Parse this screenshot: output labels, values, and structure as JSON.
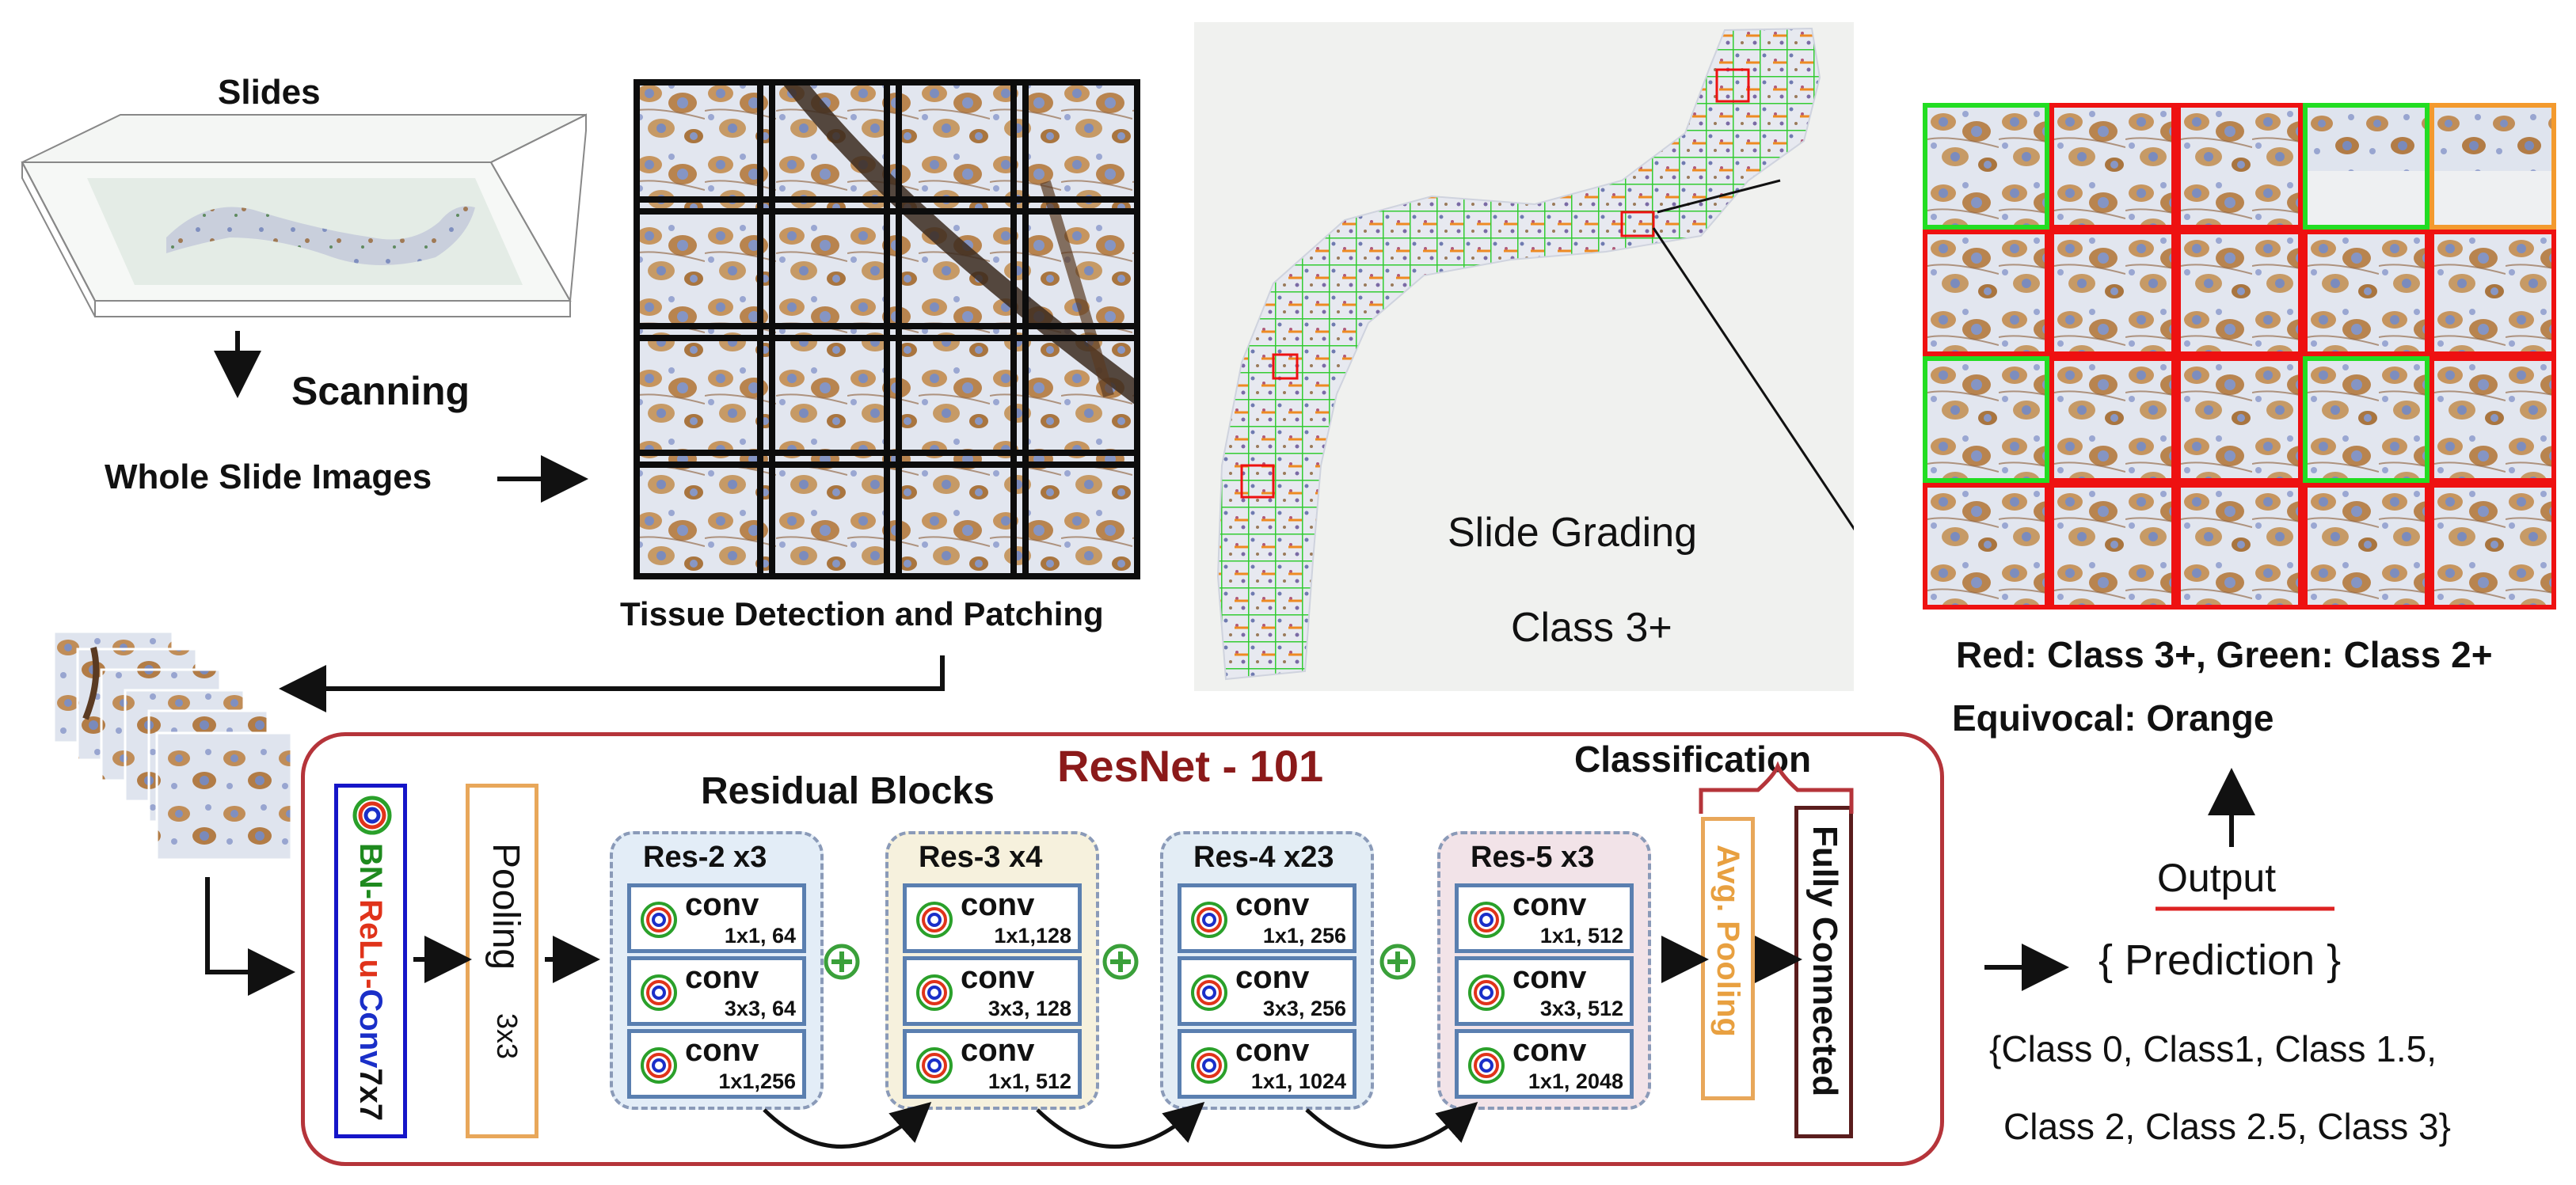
{
  "labels": {
    "slides": "Slides",
    "scanning": "Scanning",
    "wsi": "Whole Slide Images",
    "tissue": "Tissue Detection and Patching",
    "grading": "Slide Grading",
    "grade_class": "Class 3+",
    "legend_line1": "Red:  Class 3+, Green: Class 2+",
    "legend_line2": "Equivocal: Orange",
    "resnet": "ResNet - 101",
    "residual": "Residual Blocks",
    "classification": "Classification",
    "bn_bn": "BN-",
    "bn_relu": "ReLu-",
    "bn_conv": "Conv",
    "bn_k": "7x7",
    "pooling": "Pooling",
    "pooling_k": "3x3",
    "avg_pooling": "Avg. Pooling",
    "fully_connected": "Fully Connected",
    "output": "Output",
    "prediction": "{ Prediction }",
    "classes_line1": "{Class 0, Class1, Class 1.5,",
    "classes_line2": "Class 2, Class 2.5, Class 3}"
  },
  "res_blocks": [
    {
      "title": "Res-2 x3",
      "convs": [
        {
          "word": "conv",
          "sub": "1x1, 64"
        },
        {
          "word": "conv",
          "sub": "3x3, 64"
        },
        {
          "word": "conv",
          "sub": "1x1,256"
        }
      ]
    },
    {
      "title": "Res-3 x4",
      "convs": [
        {
          "word": "conv",
          "sub": "1x1,128"
        },
        {
          "word": "conv",
          "sub": "3x3, 128"
        },
        {
          "word": "conv",
          "sub": "1x1, 512"
        }
      ]
    },
    {
      "title": "Res-4 x23",
      "convs": [
        {
          "word": "conv",
          "sub": "1x1, 256"
        },
        {
          "word": "conv",
          "sub": "3x3, 256"
        },
        {
          "word": "conv",
          "sub": "1x1, 1024"
        }
      ]
    },
    {
      "title": "Res-5 x3",
      "convs": [
        {
          "word": "conv",
          "sub": "1x1, 512"
        },
        {
          "word": "conv",
          "sub": "3x3, 512"
        },
        {
          "word": "conv",
          "sub": "1x1, 2048"
        }
      ]
    }
  ],
  "colors": {
    "resnet_title": "#8b1a1a",
    "resnet_border": "#b5343a",
    "bn_border": "#1515c8",
    "bn_text_bn": "#1e8a1e",
    "bn_text_relu": "#e0331a",
    "bn_text_conv": "#1a2fc8",
    "pooling_border": "#e8a75a",
    "avg_pool_text": "#e8a040",
    "fc_border": "#5a1d1d",
    "block_bg": [
      "#e3edf7",
      "#f6f1dd",
      "#e3edf5",
      "#f2e3e8"
    ],
    "block_border": "#8a9ab8",
    "conv_border": "#5a7fb0",
    "plus_green": "#3aa03a",
    "patch_red": "#ee1111",
    "patch_green": "#22dd22",
    "patch_orange": "#f39a2e",
    "output_underline": "#dd2222"
  },
  "patch_grid": [
    [
      "green",
      "red",
      "red",
      "green",
      "orange"
    ],
    [
      "red",
      "red",
      "red",
      "red",
      "red"
    ],
    [
      "green",
      "red",
      "red",
      "green",
      "red"
    ],
    [
      "red",
      "red",
      "red",
      "red",
      "red"
    ]
  ],
  "icons": {
    "conv": "concentric-ring-icon",
    "plus": "circled-plus-icon",
    "arrow": "arrow-icon"
  }
}
